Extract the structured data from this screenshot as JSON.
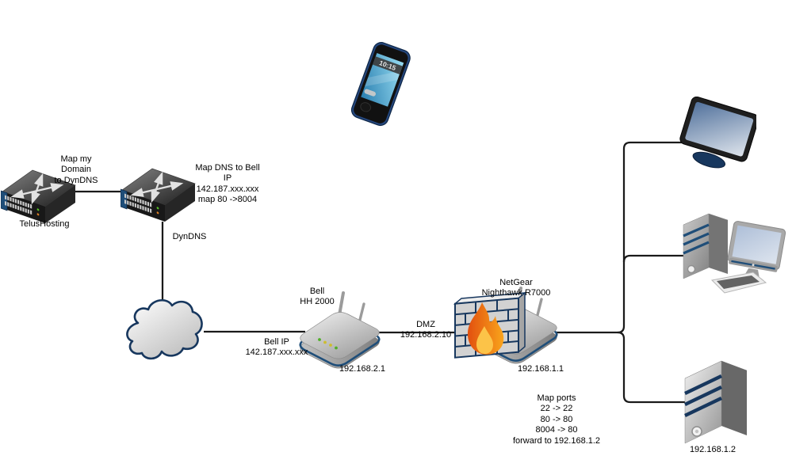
{
  "nodes": {
    "telus_switch": {
      "label": "TelusHosting",
      "annotation": "Map my\nDomain\nto DynDNS"
    },
    "dyndns_switch": {
      "label": "DynDNS",
      "annotation": "Map DNS to Bell\nIP\n142.187.xxx.xxx\nmap 80 ->8004"
    },
    "bell_router": {
      "title": "Bell\nHH 2000",
      "lan_ip": "192.168.2.1"
    },
    "netgear_router": {
      "title": "NetGear\nNighthawk R7000",
      "lan_ip": "192.168.1.1"
    },
    "server": {
      "ip": "192.168.1.2"
    },
    "smartphone": {
      "screen_time": "10:15"
    }
  },
  "links": {
    "wan": {
      "label": "Bell IP\n142.187.xxx.xxx"
    },
    "dmz": {
      "label": "DMZ\n192.168.2.10"
    },
    "port_map": {
      "label": "Map ports\n22 -> 22\n80 -> 80\n8004 -> 80\nforward to 192.168.1.2"
    }
  },
  "icons": {
    "switch": "network-switch-icon",
    "cloud": "internet-cloud-icon",
    "router": "wireless-router-icon",
    "firewall": "firewall-flame-icon",
    "smartphone": "smartphone-icon",
    "tv": "tv-display-icon",
    "desktop": "desktop-computer-icon",
    "server": "server-tower-icon"
  },
  "colors": {
    "connector": "#1a1a1a",
    "accent_blue": "#1f4e79",
    "outline_blue": "#17375e",
    "flame_orange": "#e2500f",
    "flame_yellow": "#fcc348"
  }
}
